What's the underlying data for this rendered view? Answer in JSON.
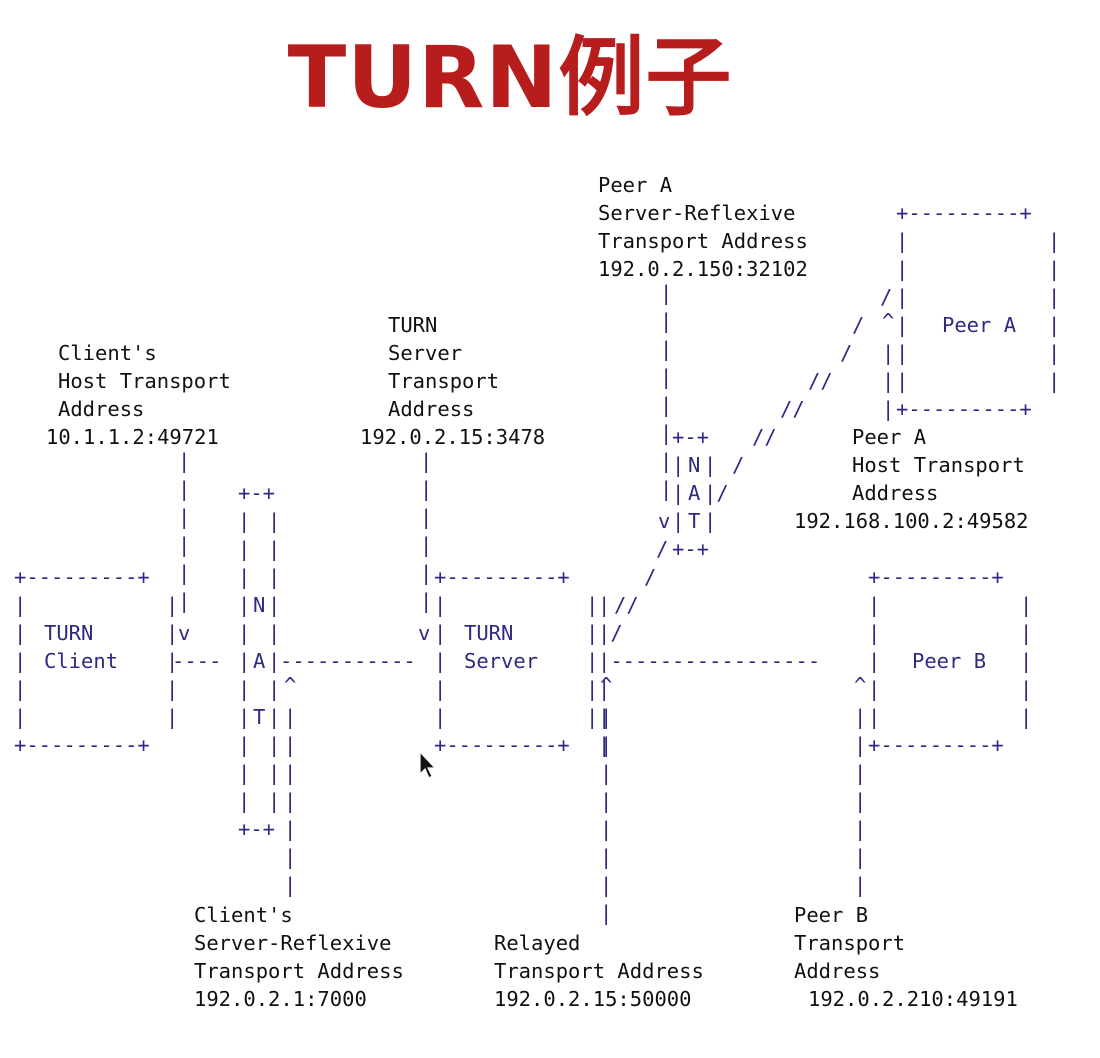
{
  "title": "TURN例子",
  "boxes": {
    "turn_client": [
      "TURN",
      "Client"
    ],
    "nat_left": [
      "N",
      "A",
      "T"
    ],
    "turn_server": [
      "TURN",
      "Server"
    ],
    "nat_peer_a": [
      "N",
      "A",
      "T"
    ],
    "peer_a": "Peer A",
    "peer_b": "Peer B"
  },
  "labels": {
    "client_host": [
      "Client's",
      "Host Transport",
      "Address",
      "10.1.1.2:49721"
    ],
    "turn_server_addr": [
      "TURN",
      "Server",
      "Transport",
      "Address",
      "192.0.2.15:3478"
    ],
    "peer_a_reflexive": [
      "Peer A",
      "Server-Reflexive",
      "Transport Address",
      "192.0.2.150:32102"
    ],
    "peer_a_host": [
      "Peer A",
      "Host Transport",
      "Address",
      "192.168.100.2:49582"
    ],
    "client_reflexive": [
      "Client's",
      "Server-Reflexive",
      "Transport Address",
      "192.0.2.1:7000"
    ],
    "relayed": [
      "Relayed",
      "Transport Address",
      "192.0.2.15:50000"
    ],
    "peer_b_addr": [
      "Peer B",
      "Transport",
      "Address",
      "192.0.2.210:49191"
    ]
  },
  "colors": {
    "title": "#b81d1d",
    "diagram": "#2e2a83",
    "label": "#111111"
  }
}
